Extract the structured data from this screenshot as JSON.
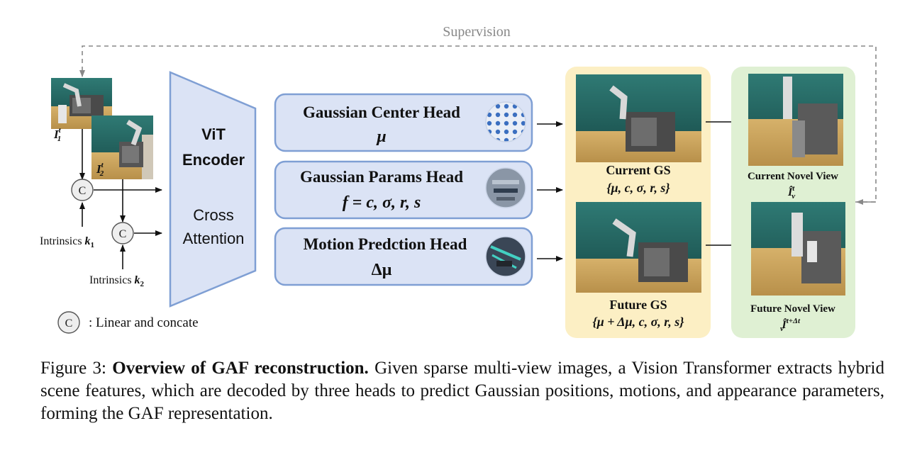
{
  "supervision": "Supervision",
  "inputs": {
    "image1_label": "I",
    "image1_sub": "1",
    "image1_sup": "t",
    "image2_label": "I",
    "image2_sub": "2",
    "image2_sup": "t",
    "intrinsics1": "Intrinsics",
    "intrinsics1_sym": "k",
    "intrinsics1_sub": "1",
    "intrinsics2": "Intrinsics",
    "intrinsics2_sym": "k",
    "intrinsics2_sub": "2",
    "concat_symbol": "C",
    "legend_text": ": Linear and concate"
  },
  "encoder": {
    "line1": "ViT",
    "line2": "Encoder",
    "line3": "Cross",
    "line4": "Attention"
  },
  "heads": [
    {
      "title": "Gaussian Center Head",
      "formula": "μ"
    },
    {
      "title": "Gaussian Params Head",
      "formula": "f  =  c, σ, r, s"
    },
    {
      "title": "Motion Predction Head",
      "formula": "Δμ"
    }
  ],
  "gs": {
    "current_title": "Current GS",
    "current_formula": "{μ, c, σ, r, s}",
    "future_title": "Future GS",
    "future_formula": "{μ + Δμ, c, σ, r, s}"
  },
  "views": {
    "current_title": "Current Novel View",
    "current_sym": "Î",
    "current_sub": "v",
    "current_sup": "t",
    "future_title": "Future Novel View",
    "future_sym": "Î",
    "future_sub": "v",
    "future_sup": "t+Δt"
  },
  "caption": {
    "prefix": "Figure 3: ",
    "bold": "Overview of GAF reconstruction.",
    "text": " Given sparse multi-view images, a Vision Transformer extracts hybrid scene features, which are decoded by three heads to predict Gaussian positions, motions, and appearance parameters, forming the GAF representation."
  },
  "colors": {
    "head_fill": "#dbe3f5",
    "head_stroke": "#7f9fd4",
    "gs_panel": "#fcefc4",
    "view_panel": "#dff0d3",
    "scene_teal": "#1f5e5b",
    "floor_wood": "#c9a35a"
  }
}
